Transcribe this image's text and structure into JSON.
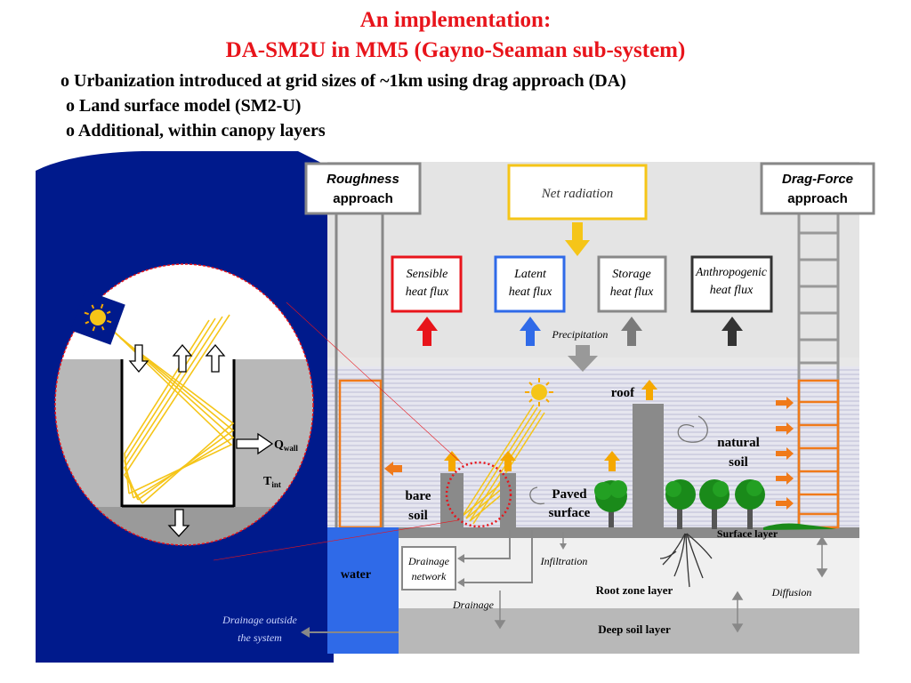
{
  "title": {
    "line1": "An implementation:",
    "line2": "DA-SM2U in MM5 (Gayno-Seaman sub-system)"
  },
  "bullets": [
    "o Urbanization introduced at grid sizes of ~1km using drag approach (DA)",
    "o Land surface model (SM2-U)",
    "o Additional, within canopy layers"
  ],
  "diagram": {
    "roughness_approach": [
      "Roughness",
      "approach"
    ],
    "drag_force_approach": [
      "Drag-Force",
      "approach"
    ],
    "net_radiation": "Net radiation",
    "fluxes": {
      "sensible": [
        "Sensible",
        "heat flux"
      ],
      "latent": [
        "Latent",
        "heat flux"
      ],
      "storage": [
        "Storage",
        "heat flux"
      ],
      "anthropogenic": [
        "Anthropogenic",
        "heat flux"
      ]
    },
    "precipitation": "Precipitation",
    "roof": "roof",
    "natural_soil": [
      "natural",
      "soil"
    ],
    "bare_soil": [
      "bare",
      "soil"
    ],
    "paved_surface": [
      "Paved",
      "surface"
    ],
    "surface_layer": "Surface layer",
    "water": "water",
    "drainage_network": [
      "Drainage",
      "network"
    ],
    "infiltration": "Infiltration",
    "root_zone_layer": "Root zone layer",
    "diffusion": "Diffusion",
    "drainage": "Drainage",
    "deep_soil_layer": "Deep soil layer",
    "drainage_outside": [
      "Drainage outside",
      "the system"
    ],
    "inset": {
      "q_wall": "Q",
      "q_wall_sub": "wall",
      "t_int": "T",
      "t_int_sub": "int"
    }
  },
  "colors": {
    "title": "#e8141b",
    "navy": "#001a8c",
    "sensible": "#e8141b",
    "latent": "#2f6ae8",
    "storage": "#7a7a7a",
    "anthropogenic": "#333333",
    "net_radiation": "#f5c518",
    "orange": "#f07a1a",
    "water": "#2f6ae8"
  }
}
